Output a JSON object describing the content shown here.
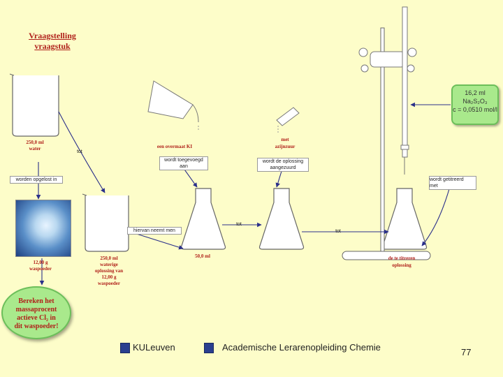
{
  "title": {
    "line1": "Vraagstelling",
    "line2": "vraagstuk"
  },
  "labels": {
    "beaker1_vol": "250,0 ml",
    "beaker1_content": "water",
    "tot1": "tot",
    "opgelost": "worden opgelost in",
    "powder_mass": "12,00 g",
    "powder_name": "waspoeder",
    "beaker2_l1": "250,0 ml",
    "beaker2_l2": "waterige",
    "beaker2_l3": "oplossing van",
    "beaker2_l4": "12,00 g",
    "beaker2_l5": "waspoeder",
    "ki_label": "een overmaat KI",
    "ki_box_l1": "wordt toegevoegd",
    "ki_box_l2": "aan",
    "acid_l1": "met",
    "acid_l2": "azijnzuur",
    "acid_box_l1": "wordt de oplossing",
    "acid_box_l2": "aangezuurd",
    "hiervan": "hiervan neemt men",
    "flask1_vol": "50,0 ml",
    "tot2": "tot",
    "tot3": "tot",
    "getitreerd_l1": "wordt getitreerd",
    "getitreerd_l2": "met",
    "flask3_l1": "de te titreren",
    "flask3_l2": "oplossing"
  },
  "titrant": {
    "line1": "16,2 ml",
    "line2": "Na₂S₂O₃",
    "line3": "c = 0,0510 mol/l"
  },
  "calc_box": {
    "l1": "Bereken het",
    "l2": "massaprocent",
    "l3": "actieve Cl₂ in",
    "l4": "dit waspoeder!"
  },
  "footer": {
    "university": "KULeuven",
    "program": "Academische Lerarenopleiding Chemie",
    "page": "77"
  },
  "icons": [
    "beaker-icon",
    "erlenmeyer-flask-icon",
    "burette-icon",
    "stand-icon",
    "arrow-icon"
  ]
}
